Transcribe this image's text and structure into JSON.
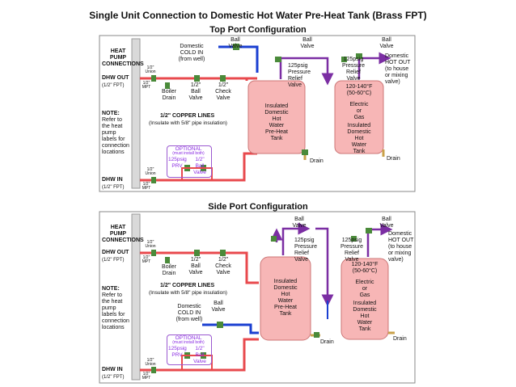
{
  "title": "Single Unit Connection to Domestic Hot Water Pre-Heat Tank (Brass FPT)",
  "sections": [
    {
      "heading": "Top Port Configuration",
      "heat_pump_connections": "HEAT PUMP\nCONNECTIONS",
      "dhw_out": "DHW OUT",
      "dhw_out_fpt": "(1/2\" FPT)",
      "dhw_in": "DHW IN",
      "dhw_in_fpt": "(1/2\" FPT)",
      "union": "1/2\"\nUnion",
      "mpt": "1/2\"\nMPT",
      "boiler_drain": "Boiler\nDrain",
      "half_ball_valve": "1/2\"\nBall\nValve",
      "half_check_valve": "1/2\"\nCheck\nValve",
      "copper_lines": "1/2\" COPPER LINES",
      "insulate": "(Insulate with 5/8\" pipe insulation)",
      "note_title": "NOTE:",
      "note_body": "Refer to\nthe heat\npump\nlabels for\nconnection\nlocations",
      "domestic_cold_in": "Domestic\nCOLD IN\n(from well)",
      "ball_valve": "Ball\nValve",
      "relief_valve": "125psig\nPressure\nRelief\nValve",
      "preheat_tank": "Insulated\nDomestic\nHot\nWater\nPre-Heat\nTank",
      "drain": "Drain",
      "temp": "120-140°F\n(50-60°C)",
      "electric_or_gas": "Electric\nor\nGas",
      "dhw_tank": "Insulated\nDomestic\nHot\nWater\nTank",
      "domestic_hot_out": "Domestic\nHOT OUT\n(to house\nor mixing\nvalve)",
      "optional": "OPTIONAL",
      "must_install_both": "(must install both)",
      "prv": "125psig\nPRV",
      "opt_ball_valve": "1/2\"\nBall\nValve"
    },
    {
      "heading": "Side Port Configuration",
      "heat_pump_connections": "HEAT PUMP\nCONNECTIONS",
      "dhw_out": "DHW OUT",
      "dhw_out_fpt": "(1/2\" FPT)",
      "dhw_in": "DHW IN",
      "dhw_in_fpt": "(1/2\" FPT)",
      "union": "1/2\"\nUnion",
      "mpt": "1/2\"\nMPT",
      "boiler_drain": "Boiler\nDrain",
      "half_ball_valve": "1/2\"\nBall\nValve",
      "half_check_valve": "1/2\"\nCheck\nValve",
      "copper_lines": "1/2\" COPPER LINES",
      "insulate": "(Insulate with 5/8\" pipe insulation)",
      "note_title": "NOTE:",
      "note_body": "Refer to\nthe heat\npump\nlabels for\nconnection\nlocations",
      "domestic_cold_in": "Domestic\nCOLD IN\n(from well)",
      "ball_valve": "Ball\nValve",
      "relief_valve": "125psig\nPressure\nRelief\nValve",
      "preheat_tank": "Insulated\nDomestic\nHot\nWater\nPre-Heat\nTank",
      "drain": "Drain",
      "temp": "120-140°F\n(50-60°C)",
      "electric_or_gas": "Electric\nor\nGas",
      "dhw_tank": "Insulated\nDomestic\nHot\nWater\nTank",
      "domestic_hot_out": "Domestic\nHOT OUT\n(to house\nor mixing\nvalve)",
      "optional": "OPTIONAL",
      "must_install_both": "(must install both)",
      "prv": "125psig\nPRV",
      "opt_ball_valve": "1/2\"\nBall\nValve"
    }
  ],
  "colors": {
    "hot_pipe": "#e8494d",
    "cold_pipe": "#1a3fd1",
    "flow_arrow": "#7b2ea3",
    "tank_fill": "#f7b6b6",
    "optional": "#8a2be2",
    "valve": "#4a8a3a"
  }
}
